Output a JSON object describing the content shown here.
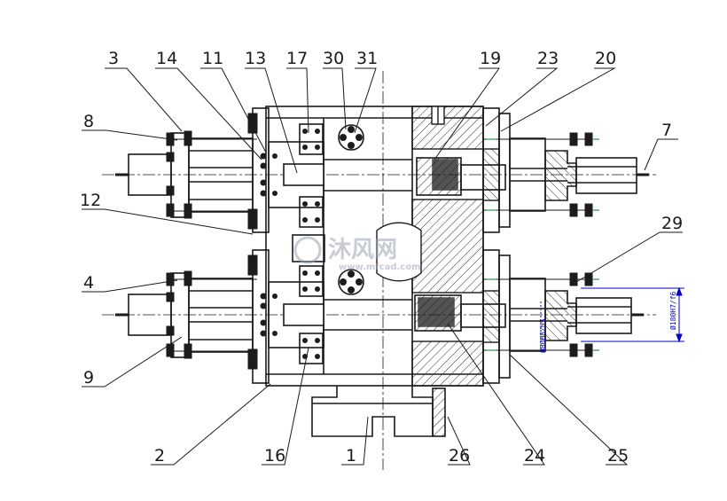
{
  "drawing": {
    "colors": {
      "line": "#1a1a1a",
      "hatch": "#2a2a2a",
      "dark_fill": "#1c1c1c",
      "accent": "#0000cc",
      "green": "#2e8b57",
      "watermark": "#9aa3b2"
    },
    "labels": [
      {
        "id": "p3",
        "text": "3"
      },
      {
        "id": "p14",
        "text": "14"
      },
      {
        "id": "p11",
        "text": "11"
      },
      {
        "id": "p13",
        "text": "13"
      },
      {
        "id": "p17",
        "text": "17"
      },
      {
        "id": "p30",
        "text": "30"
      },
      {
        "id": "p31",
        "text": "31"
      },
      {
        "id": "p19",
        "text": "19"
      },
      {
        "id": "p23",
        "text": "23"
      },
      {
        "id": "p20",
        "text": "20"
      },
      {
        "id": "p8",
        "text": "8"
      },
      {
        "id": "p7",
        "text": "7"
      },
      {
        "id": "p12",
        "text": "12"
      },
      {
        "id": "p29",
        "text": "29"
      },
      {
        "id": "p4",
        "text": "4"
      },
      {
        "id": "p9",
        "text": "9"
      },
      {
        "id": "p2",
        "text": "2"
      },
      {
        "id": "p16",
        "text": "16"
      },
      {
        "id": "p1",
        "text": "1"
      },
      {
        "id": "p26",
        "text": "26"
      },
      {
        "id": "p24",
        "text": "24"
      },
      {
        "id": "p25",
        "text": "25"
      }
    ],
    "dimensions": {
      "vertical_right": "Ø180H7/f6",
      "vertical_mid": "Ø80H8/h5"
    },
    "watermark": {
      "title": "沐风网",
      "url": "www.mfcad.com"
    }
  }
}
